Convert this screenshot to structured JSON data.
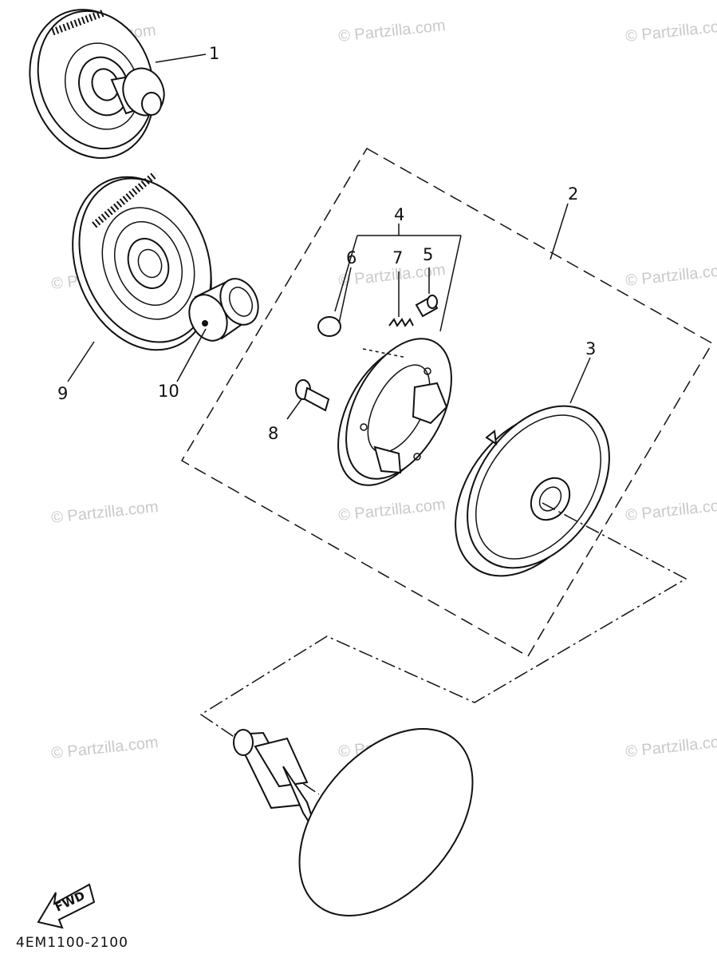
{
  "diagram": {
    "drawing_code": "4EM1100-2100",
    "direction_label": "FWD",
    "watermark": "© Partzilla.com",
    "callouts": [
      "1",
      "2",
      "3",
      "4",
      "5",
      "6",
      "7",
      "8",
      "9",
      "10"
    ]
  }
}
